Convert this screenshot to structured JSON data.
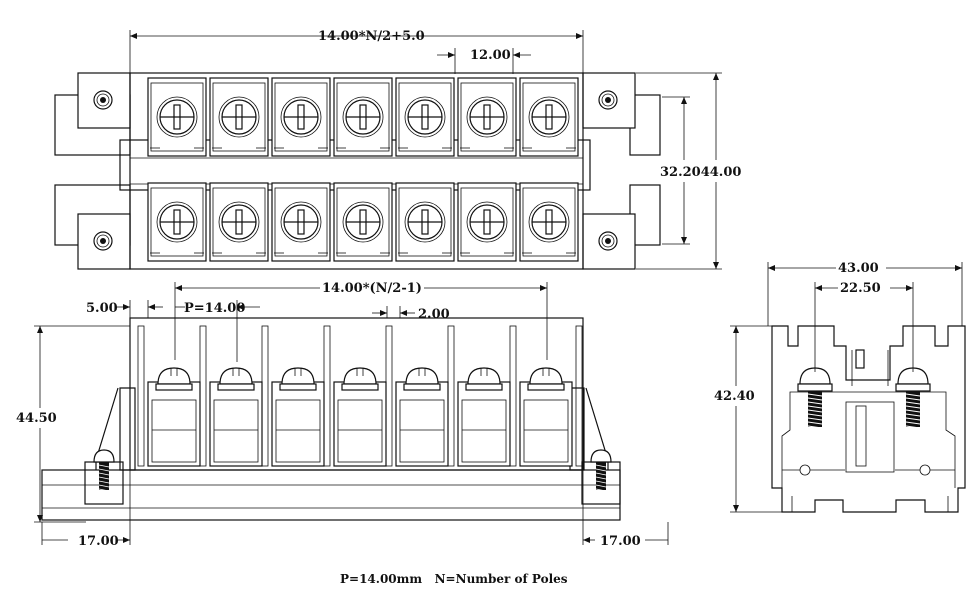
{
  "dimensions": {
    "top_total_width": "14.00*N/2+5.0",
    "top_pitch": "12.00",
    "top_height": "32.2044.00",
    "front_span": "14.00*(N/2-1)",
    "front_left_offset": "5.00",
    "front_pitch": "P=14.00",
    "front_gap": "2.00",
    "front_height": "44.50",
    "front_left_end": "17.00",
    "front_right_end": "17.00",
    "side_width": "43.00",
    "side_inner": "22.50",
    "side_height": "42.40"
  },
  "caption": "P=14.00mm   N=Number of Poles",
  "colors": {
    "line": "#111111",
    "background": "#ffffff"
  }
}
